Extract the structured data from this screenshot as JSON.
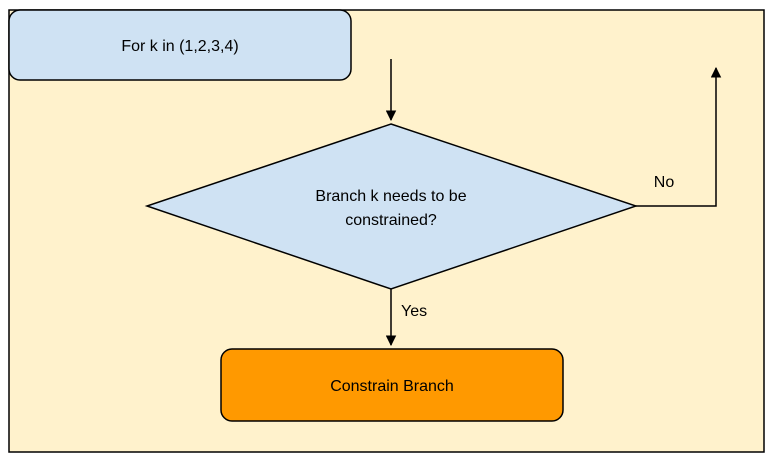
{
  "diagram": {
    "loop_box": {
      "label": "For k in (1,2,3,4)"
    },
    "decision": {
      "line1": "Branch k needs to be",
      "line2": "constrained?"
    },
    "edge_no": {
      "label": "No"
    },
    "edge_yes": {
      "label": "Yes"
    },
    "action_box": {
      "label": "Constrain Branch"
    }
  },
  "colors": {
    "background_panel": "#fff2cc",
    "loop_box_fill": "#cfe2f3",
    "decision_fill": "#cfe2f3",
    "action_fill": "#ff9900",
    "stroke": "#000000"
  }
}
